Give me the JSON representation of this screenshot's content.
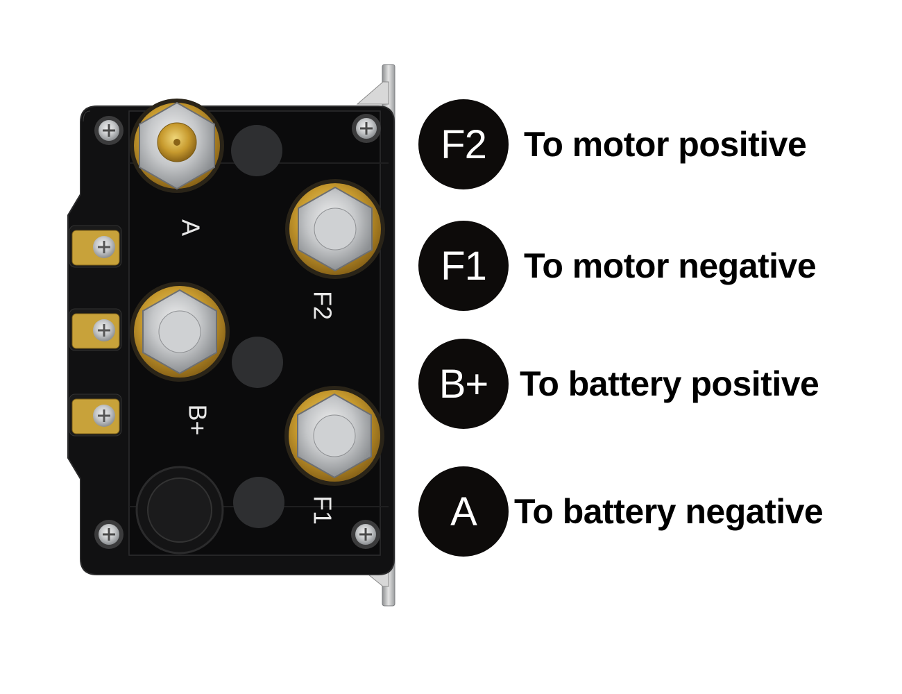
{
  "device": {
    "terminal_labels": {
      "a": "A",
      "f2": "F2",
      "b_plus": "B+",
      "f1": "F1"
    }
  },
  "legend": [
    {
      "badge": "F2",
      "description": "To motor positive"
    },
    {
      "badge": "F1",
      "description": "To motor negative"
    },
    {
      "badge": "B+",
      "description": "To battery positive"
    },
    {
      "badge": "A",
      "description": "To battery negative"
    }
  ],
  "colors": {
    "housing": "#0f0f10",
    "badge": "#0d0b0a",
    "brass": "#c9a035",
    "steel": "#b9bbbd"
  }
}
